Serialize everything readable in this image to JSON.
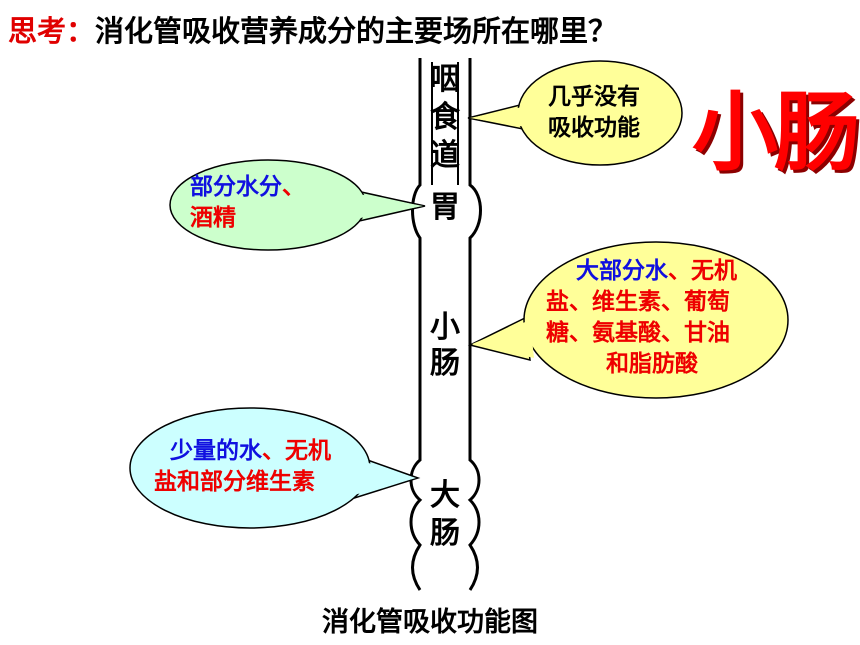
{
  "title": {
    "lead": "思考：",
    "question": "消化管吸收营养成分的主要场所在哪里？"
  },
  "answer": "小肠",
  "organs": {
    "yan": "咽",
    "shi": "食",
    "dao": "道",
    "wei": "胃",
    "xiao": "小",
    "chang1": "肠",
    "da": "大",
    "chang2": "肠"
  },
  "bubbles": {
    "esophagus": {
      "line1": "几乎没有",
      "line2": "吸收功能",
      "fill": "#ffff99"
    },
    "stomach": {
      "water": "部分水分",
      "sep": "、",
      "alcohol": "酒精",
      "fill": "#ccffcc"
    },
    "small_intestine": {
      "lead": "大部分水",
      "l1_rest": "、无机",
      "l2": "盐、维生素、葡萄",
      "l3": "糖、氨基酸、甘油",
      "l4": "和脂肪酸",
      "fill": "#ffff99"
    },
    "large_intestine": {
      "lead": "少量的水",
      "l1_rest": "、无机",
      "l2": "盐和部分维生素",
      "fill": "#ccffff"
    }
  },
  "caption": "消化管吸收功能图"
}
